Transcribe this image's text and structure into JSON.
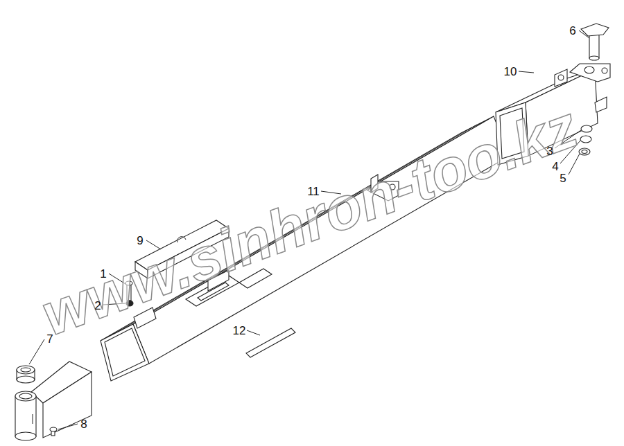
{
  "diagram": {
    "labels": [
      "1",
      "2",
      "3",
      "4",
      "5",
      "6",
      "7",
      "8",
      "9",
      "10",
      "11",
      "12",
      "www.sinhron-too.kz"
    ]
  }
}
